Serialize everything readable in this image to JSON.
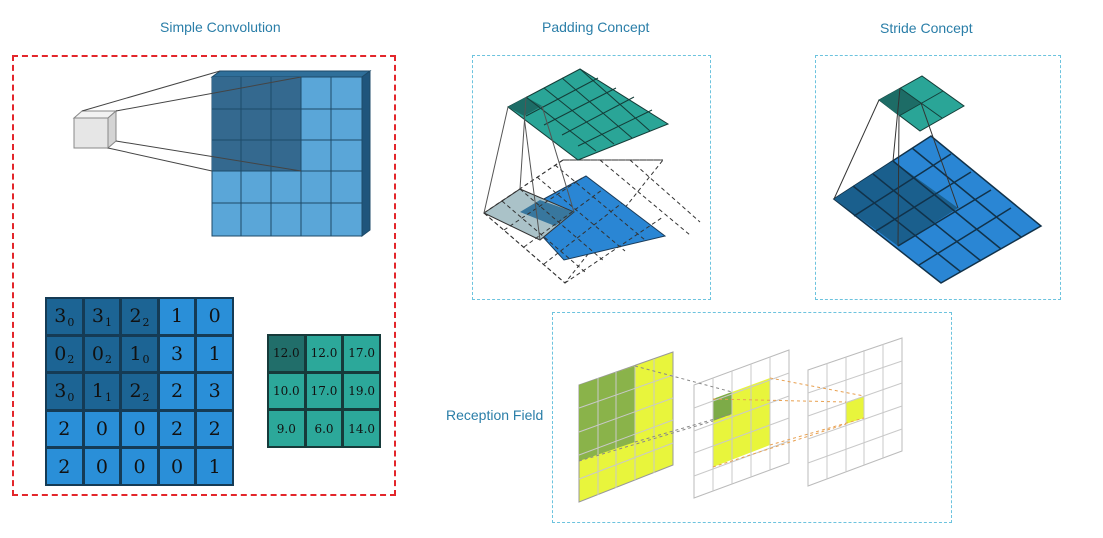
{
  "titles": {
    "simple": "Simple Convolution",
    "padding": "Padding Concept",
    "stride": "Stride Concept",
    "reception": "Reception Field"
  },
  "input_matrix": [
    [
      {
        "v": "3",
        "s": "0"
      },
      {
        "v": "3",
        "s": "1"
      },
      {
        "v": "2",
        "s": "2"
      },
      {
        "v": "1",
        "s": ""
      },
      {
        "v": "0",
        "s": ""
      }
    ],
    [
      {
        "v": "0",
        "s": "2"
      },
      {
        "v": "0",
        "s": "2"
      },
      {
        "v": "1",
        "s": "0"
      },
      {
        "v": "3",
        "s": ""
      },
      {
        "v": "1",
        "s": ""
      }
    ],
    [
      {
        "v": "3",
        "s": "0"
      },
      {
        "v": "1",
        "s": "1"
      },
      {
        "v": "2",
        "s": "2"
      },
      {
        "v": "2",
        "s": ""
      },
      {
        "v": "3",
        "s": ""
      }
    ],
    [
      {
        "v": "2",
        "s": ""
      },
      {
        "v": "0",
        "s": ""
      },
      {
        "v": "0",
        "s": ""
      },
      {
        "v": "2",
        "s": ""
      },
      {
        "v": "2",
        "s": ""
      }
    ],
    [
      {
        "v": "2",
        "s": ""
      },
      {
        "v": "0",
        "s": ""
      },
      {
        "v": "0",
        "s": ""
      },
      {
        "v": "0",
        "s": ""
      },
      {
        "v": "1",
        "s": ""
      }
    ]
  ],
  "output_matrix": [
    [
      "12.0",
      "12.0",
      "17.0"
    ],
    [
      "10.0",
      "17.0",
      "19.0"
    ],
    [
      "9.0",
      "6.0",
      "14.0"
    ]
  ],
  "colors": {
    "kernel_region": "#1c6494",
    "input_cell": "#2a8fd8",
    "output_highlight": "#216e6a",
    "output_cell": "#2ca89a",
    "teal": "#2aa597",
    "blue": "#2a86d4",
    "dark_blue": "#1a5f8d",
    "green": "#8ab34a",
    "yellow": "#e8f53c"
  }
}
